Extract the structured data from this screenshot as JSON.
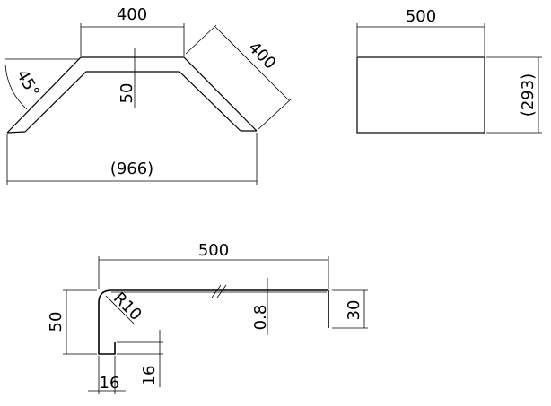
{
  "drawing": {
    "view_top_left": {
      "dim_top_width": "400",
      "dim_slant_length": "400",
      "dim_angle": "45°",
      "dim_height": "50",
      "dim_overall_width": "(966)"
    },
    "view_top_right": {
      "dim_width": "500",
      "dim_height": "(293)"
    },
    "view_section": {
      "dim_length": "500",
      "dim_height": "50",
      "dim_radius": "R10",
      "dim_thickness": "0.8",
      "dim_end_height": "30",
      "dim_lip_width": "16",
      "dim_lip_height": "16"
    }
  }
}
